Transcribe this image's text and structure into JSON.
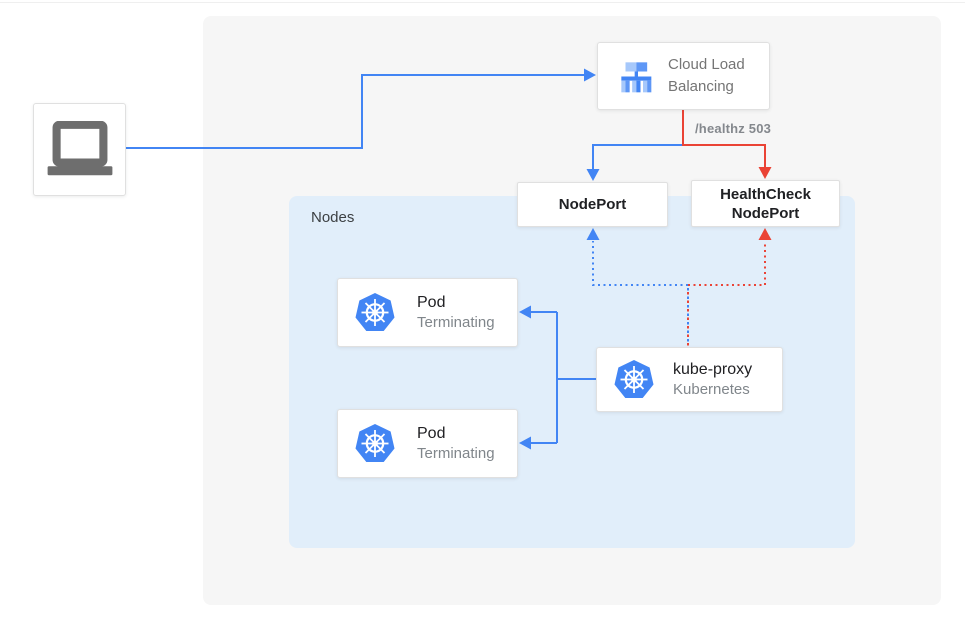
{
  "colors": {
    "blue": "#4285f4",
    "red": "#ea4335",
    "panel": "#f6f6f6",
    "nodes_bg": "#e1eefa",
    "border": "#e0e0e0",
    "text_dark": "#202124",
    "text_gray": "#80868b",
    "laptop_gray": "#6e6e6e",
    "icon_light": "#a6c8fb",
    "icon_mid": "#5e97f6"
  },
  "client": {
    "icon": "laptop-icon"
  },
  "load_balancer": {
    "label": "Cloud Load Balancing",
    "icon": "cloud-load-balancing-icon"
  },
  "edges": {
    "healthz_label": "/healthz 503"
  },
  "nodes_group": {
    "label": "Nodes"
  },
  "nodeport": {
    "label": "NodePort"
  },
  "healthcheck_nodeport": {
    "label": "HealthCheck NodePort"
  },
  "pods": [
    {
      "title": "Pod",
      "subtitle": "Terminating",
      "icon": "kubernetes-icon"
    },
    {
      "title": "Pod",
      "subtitle": "Terminating",
      "icon": "kubernetes-icon"
    }
  ],
  "kube_proxy": {
    "title": "kube-proxy",
    "subtitle": "Kubernetes",
    "icon": "kubernetes-icon"
  }
}
